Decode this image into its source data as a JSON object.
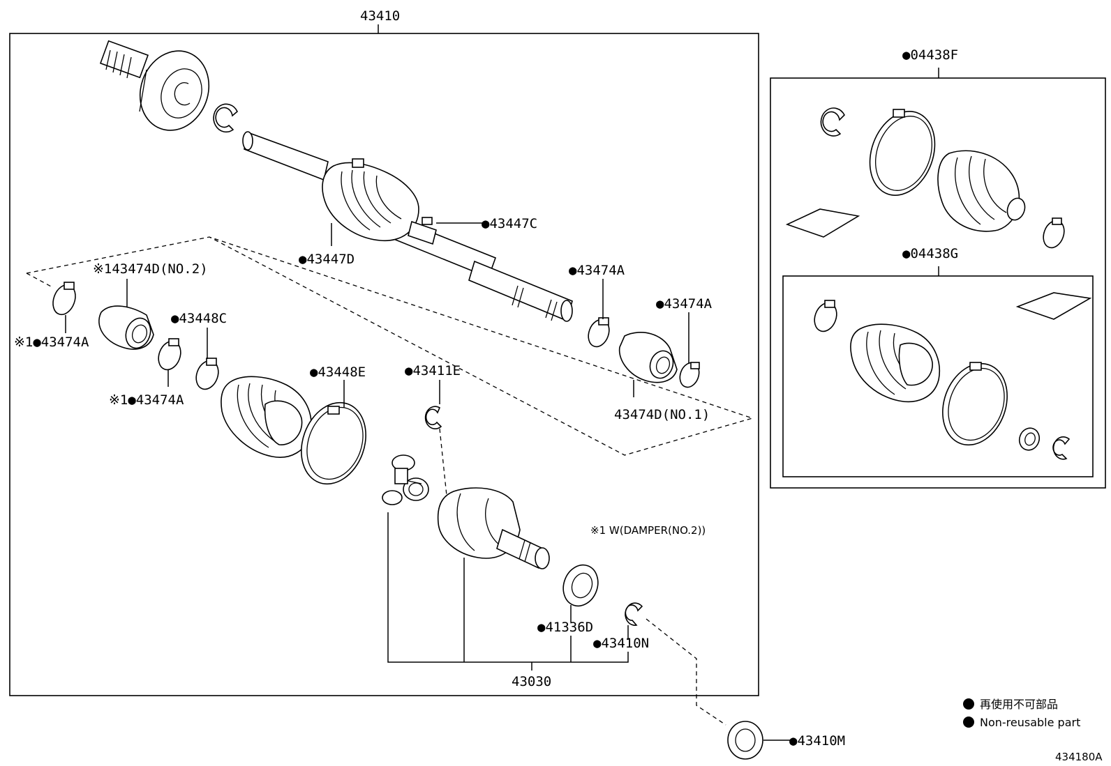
{
  "diagram": {
    "assembly_number": "43410",
    "callouts": {
      "c43447C": "●43447C",
      "c43447D": "●43447D",
      "c43474A_r1": "●43474A",
      "c43474A_r2": "●43474A",
      "c43474D_no1": "43474D(NO.1)",
      "c43474D_no2": "※143474D(NO.2)",
      "c43474A_l1": "※1●43474A",
      "c43474A_l2": "※1●43474A",
      "c43448C": "●43448C",
      "c43448E": "●43448E",
      "c43411E": "●43411E",
      "c41336D": "●41336D",
      "c43410N": "●43410N",
      "c43030": "43030",
      "c43410M": "●43410M",
      "c04438F": "●04438F",
      "c04438G": "●04438G"
    },
    "note": "※1 W(DAMPER(NO.2))",
    "legend": {
      "jp": "再使用不可部品",
      "en": "Non-reusable part"
    },
    "figure_id": "434180A"
  }
}
